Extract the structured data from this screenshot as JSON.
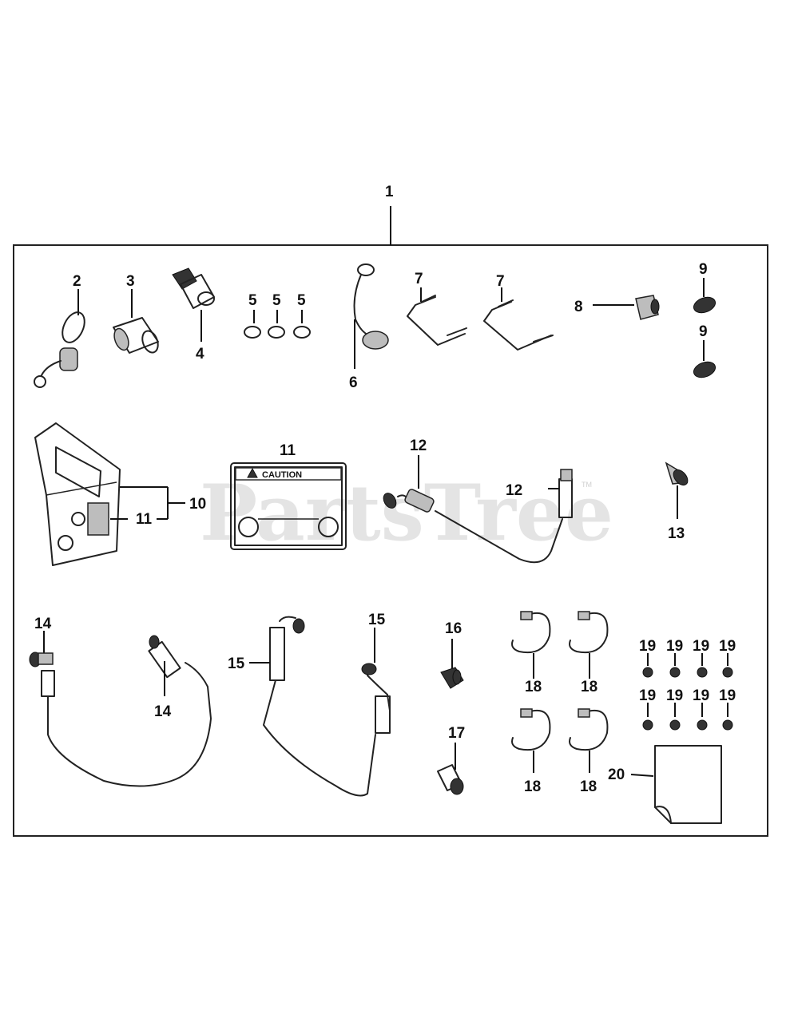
{
  "diagram": {
    "watermark": "PartsTree",
    "watermark_tm": "TM",
    "caution_label_text": "CAUTION",
    "callouts": {
      "c1": "1",
      "c2": "2",
      "c3": "3",
      "c4": "4",
      "c5a": "5",
      "c5b": "5",
      "c5c": "5",
      "c6": "6",
      "c7a": "7",
      "c7b": "7",
      "c8": "8",
      "c9a": "9",
      "c9b": "9",
      "c10": "10",
      "c11a": "11",
      "c11b": "11",
      "c12a": "12",
      "c12b": "12",
      "c13": "13",
      "c14a": "14",
      "c14b": "14",
      "c15a": "15",
      "c15b": "15",
      "c16": "16",
      "c17": "17",
      "c18a": "18",
      "c18b": "18",
      "c18c": "18",
      "c18d": "18",
      "c19a": "19",
      "c19b": "19",
      "c19c": "19",
      "c19d": "19",
      "c19e": "19",
      "c19f": "19",
      "c19g": "19",
      "c19h": "19",
      "c20": "20"
    }
  }
}
